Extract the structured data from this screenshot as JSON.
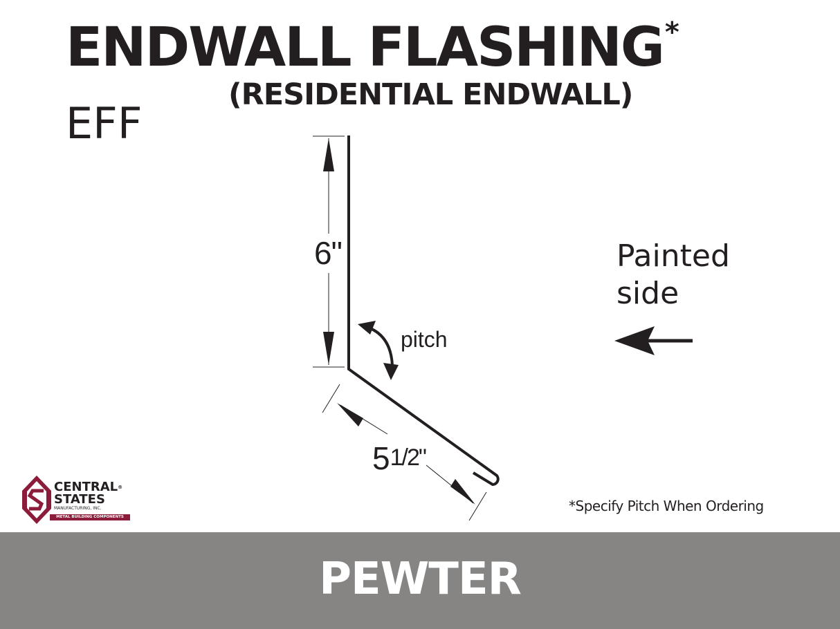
{
  "header": {
    "title": "ENDWALL FLASHING",
    "title_mark": "*",
    "subtitle": "(RESIDENTIAL ENDWALL)",
    "code": "EFF"
  },
  "diagram": {
    "vertical_leg": "6\"",
    "angle_label": "pitch",
    "flange_whole": "5",
    "flange_fraction": "1/2\"",
    "painted_side": [
      "Painted",
      "side"
    ],
    "note": "*Specify Pitch When Ordering"
  },
  "logo": {
    "line1": "CENTRAL",
    "reg": "®",
    "line2": "STATES",
    "line3": "MANUFACTURING, INC.",
    "tagline": "METAL BUILDING COMPONENTS",
    "color": "#8b1d3a"
  },
  "footer": {
    "color_name": "PEWTER",
    "band_color": "#878584"
  }
}
